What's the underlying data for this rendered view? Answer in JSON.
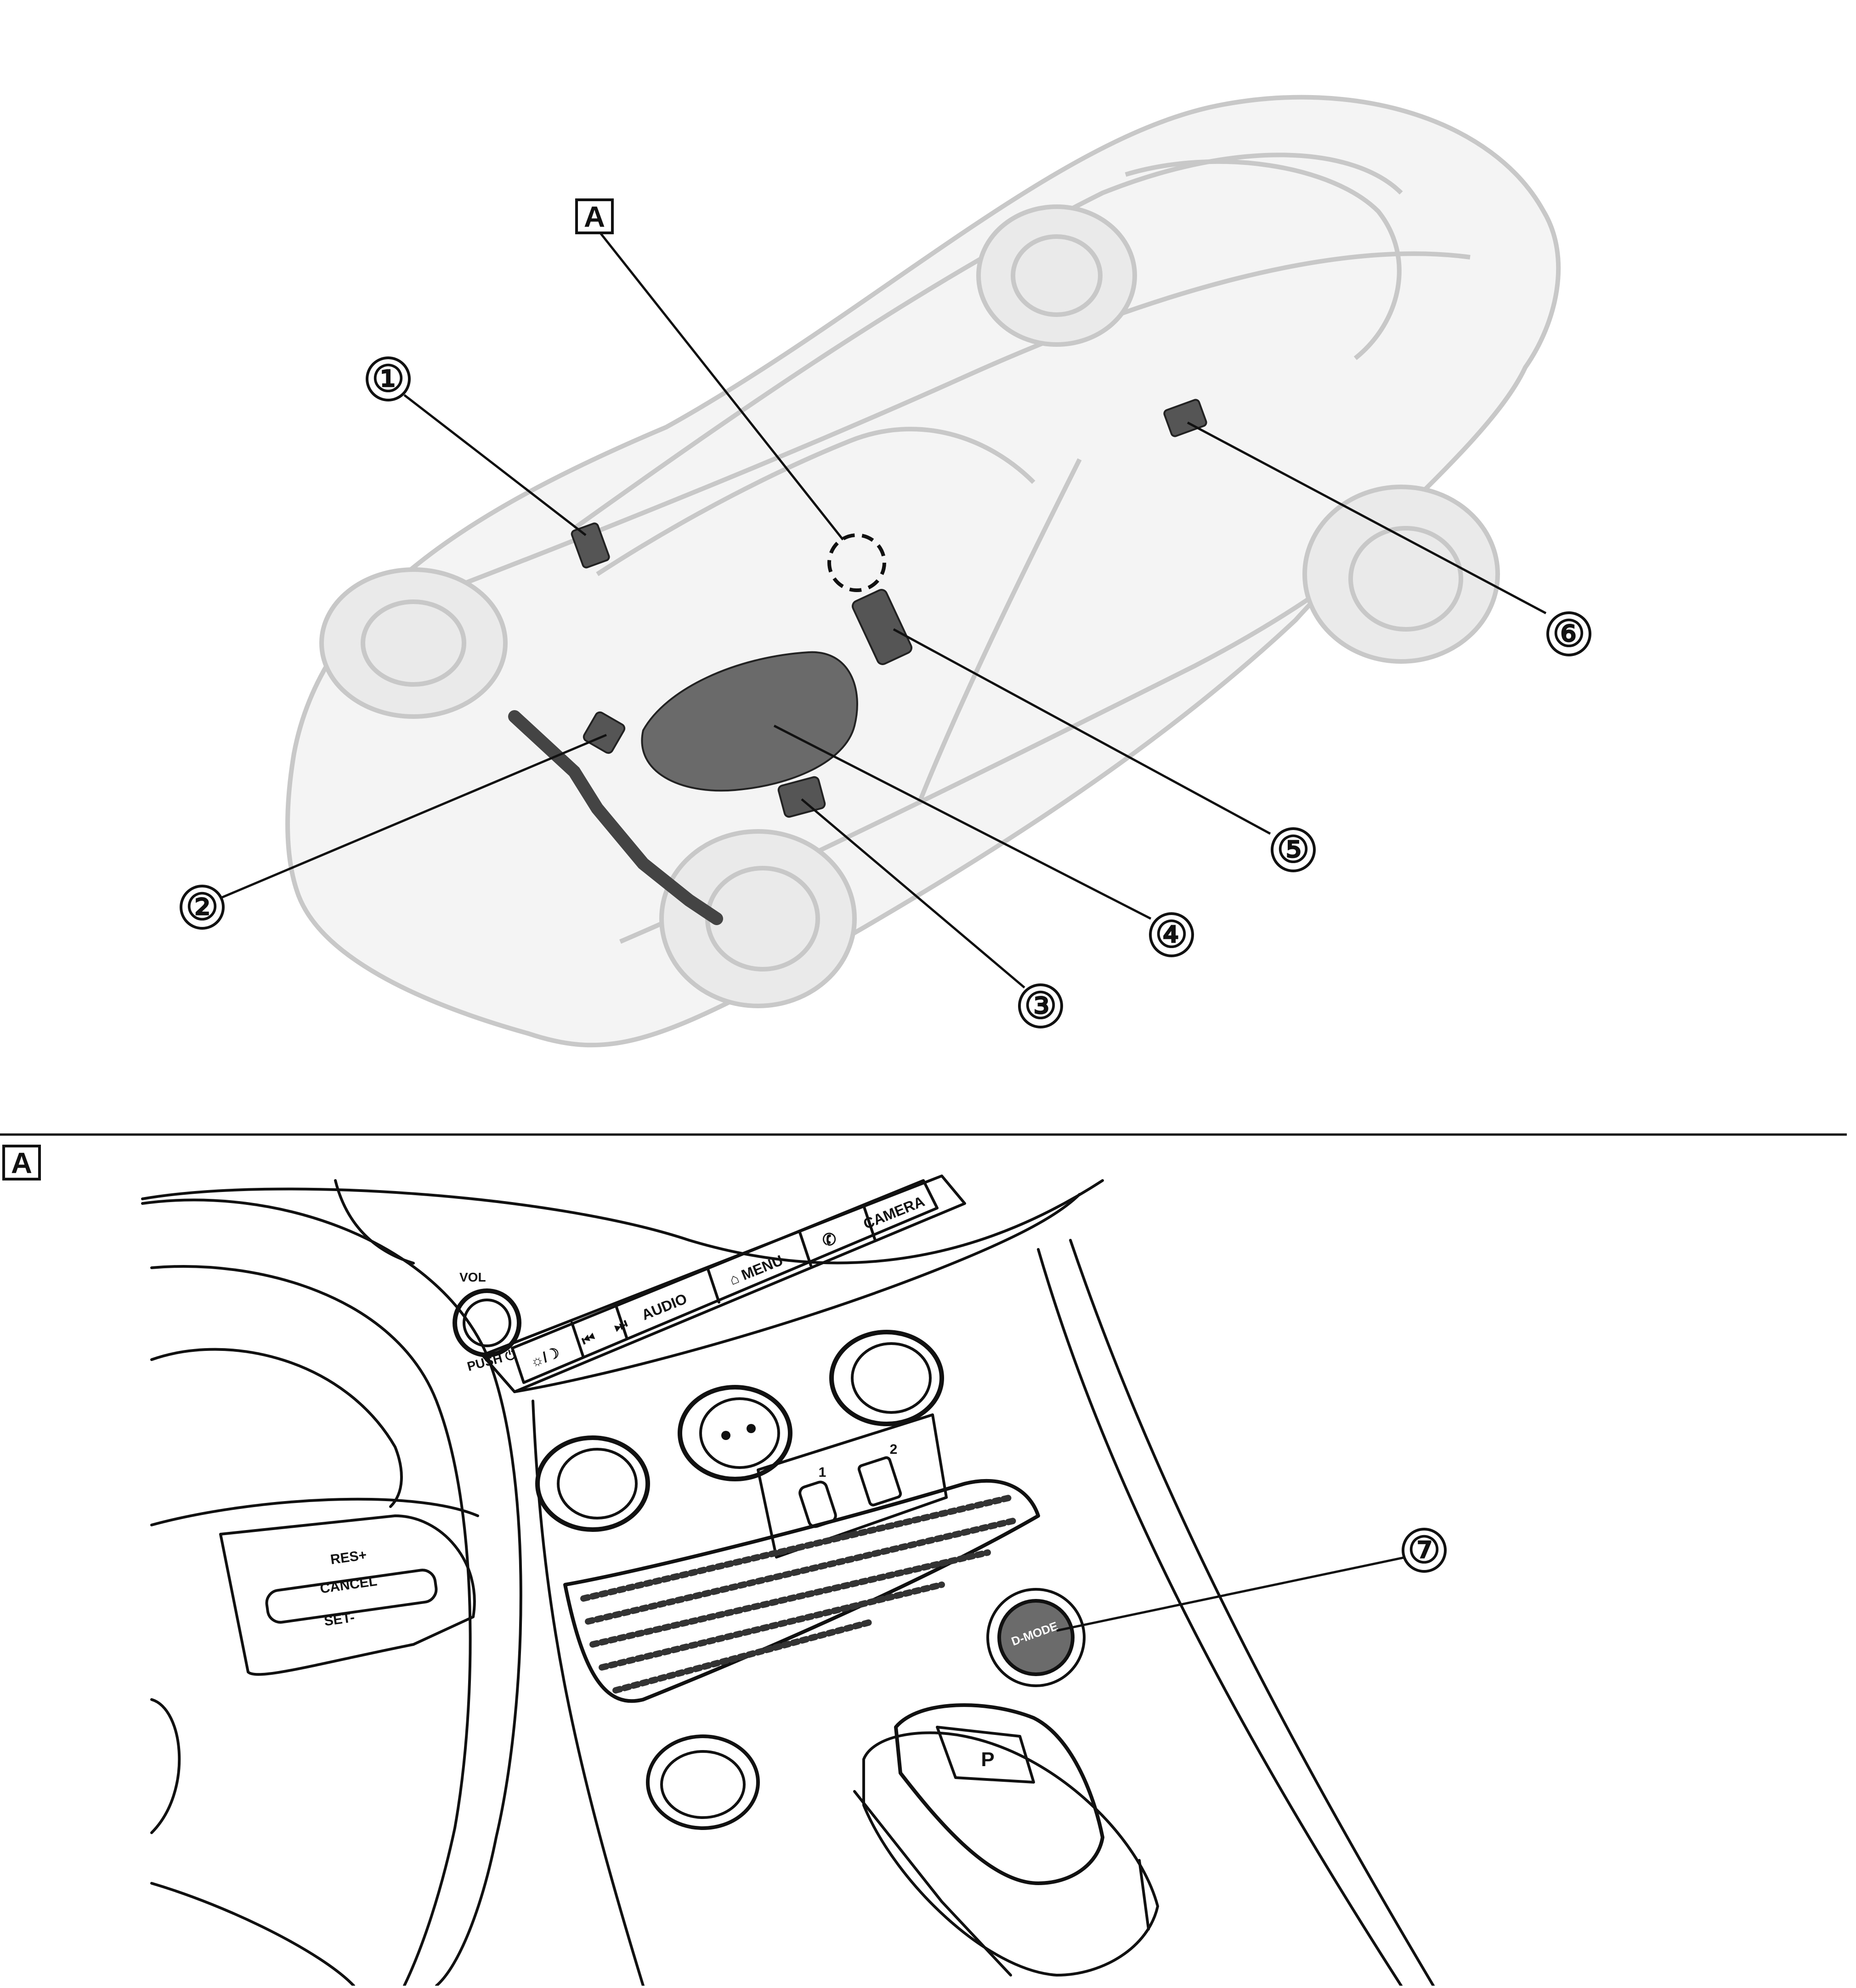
{
  "callouts": [
    {
      "id": "1",
      "text": "①"
    },
    {
      "id": "2",
      "text": "②"
    },
    {
      "id": "3",
      "text": "③"
    },
    {
      "id": "4",
      "text": "④"
    },
    {
      "id": "5",
      "text": "⑤"
    },
    {
      "id": "6",
      "text": "⑥"
    },
    {
      "id": "7",
      "text": "⑦"
    }
  ],
  "view_tag": "A",
  "dashboard": {
    "vol_label": "VOL",
    "push_label": "PUSH ⏻",
    "buttons": [
      "☼/☽",
      "⏮",
      "⏭",
      "AUDIO",
      "⌂ MENU",
      "✆",
      "CAMERA"
    ],
    "usb1": "1",
    "usb2": "2",
    "dmode": "D-MODE",
    "gear_p": "P",
    "wheel_resplus": "RES+",
    "wheel_cancel": "CANCEL",
    "wheel_setminus": "SET-"
  },
  "colors": {
    "line": "#111111",
    "ghost": "#c8c8c8",
    "component": "#555555",
    "dial": "#6b6b6b"
  }
}
